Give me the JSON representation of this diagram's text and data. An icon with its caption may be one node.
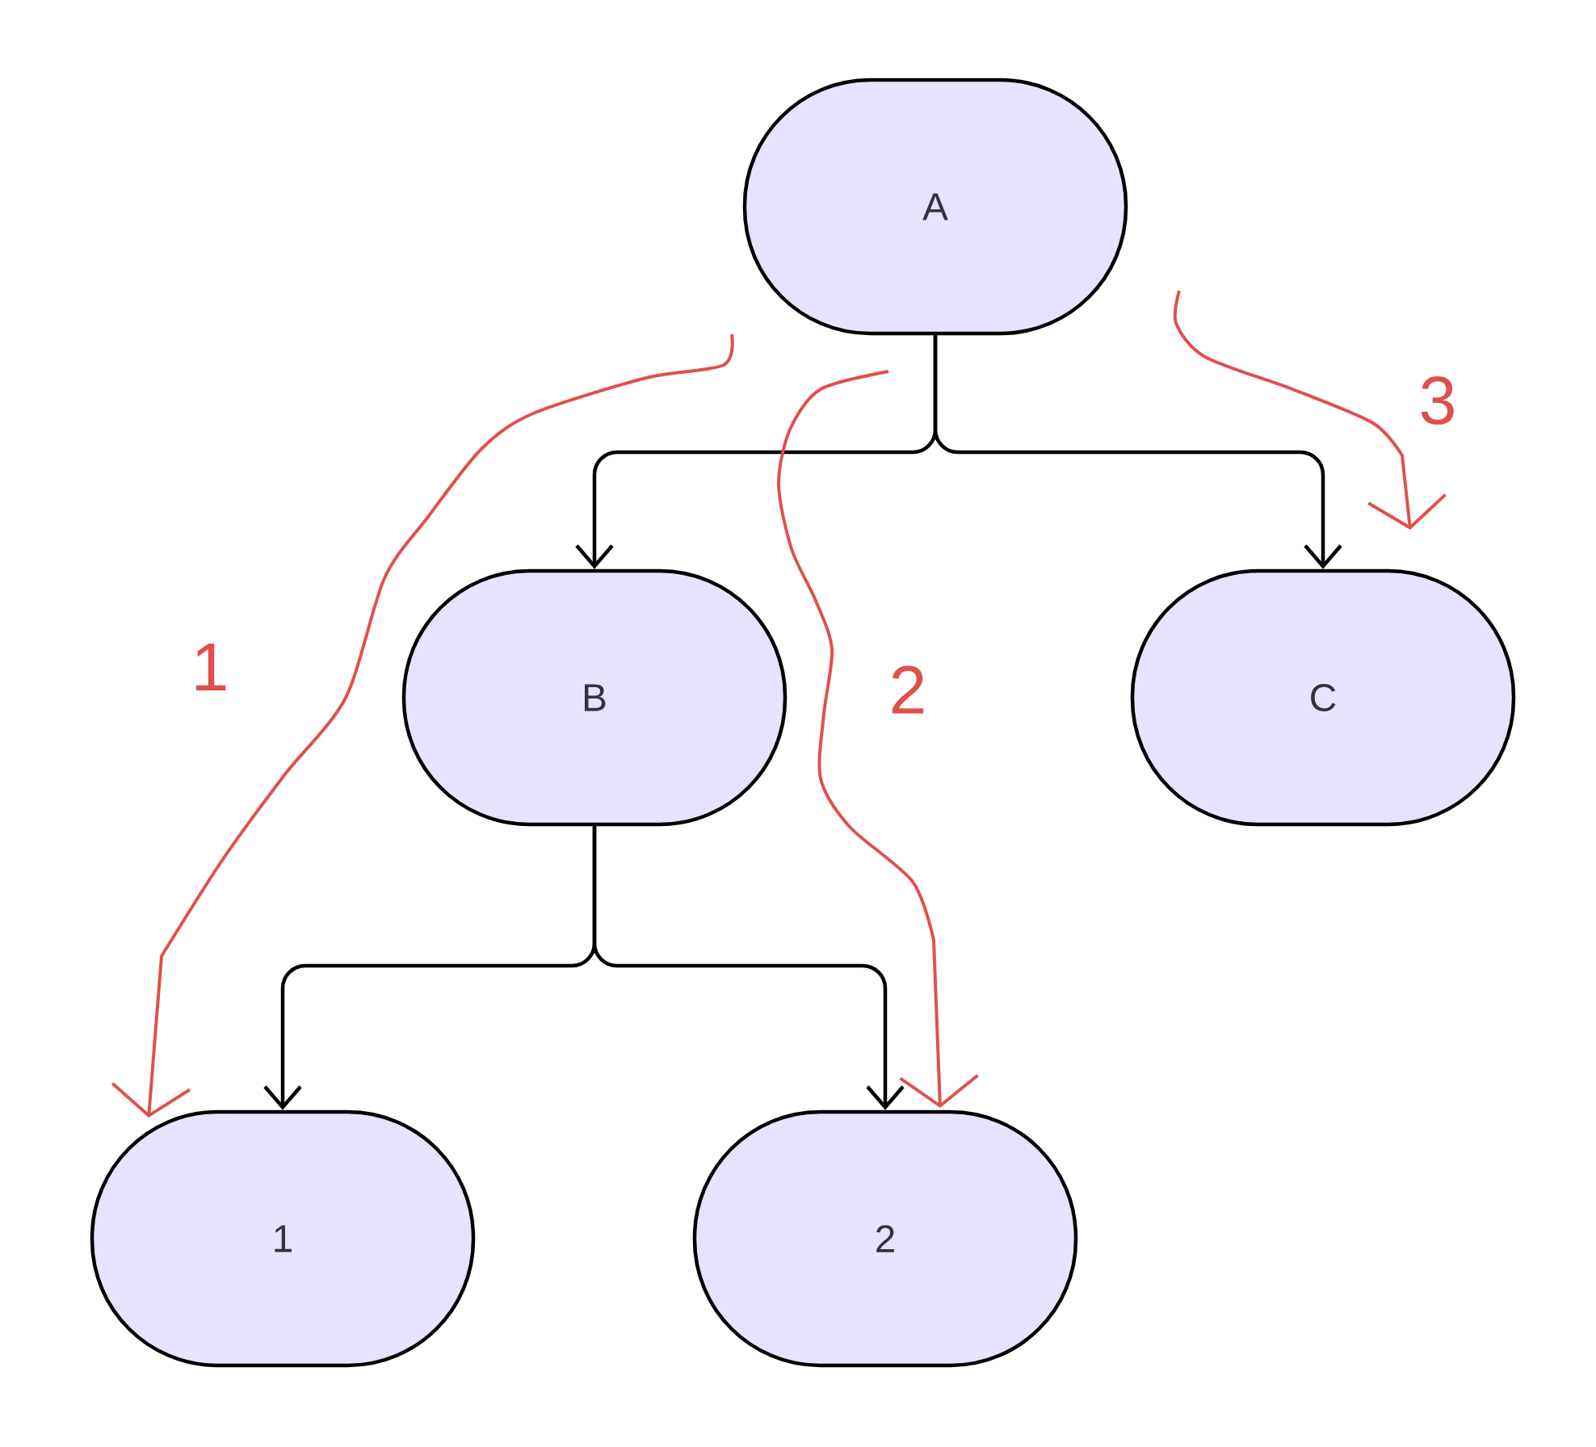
{
  "diagram": {
    "nodes": [
      {
        "text": [
          "A"
        ]
      },
      {
        "text": [
          "B"
        ]
      },
      {
        "text": [
          "C"
        ]
      },
      {
        "text": [
          "1"
        ]
      },
      {
        "text": [
          "2"
        ]
      }
    ],
    "edges": [
      {
        "from": 0,
        "to": 1,
        "arrow": "to"
      },
      {
        "from": 0,
        "to": 2,
        "arrow": "to"
      },
      {
        "from": 1,
        "to": 3,
        "arrow": "to"
      },
      {
        "from": 1,
        "to": 4,
        "arrow": "to"
      },
      {
        "from": null,
        "to": 3,
        "arrow": "to",
        "label": "1",
        "color": "#e0504a"
      },
      {
        "from": null,
        "to": 4,
        "arrow": "to",
        "label": "2",
        "color": "#e0504a"
      },
      {
        "from": null,
        "to": 2,
        "arrow": "to",
        "label": "3",
        "color": "#e0504a"
      }
    ]
  }
}
